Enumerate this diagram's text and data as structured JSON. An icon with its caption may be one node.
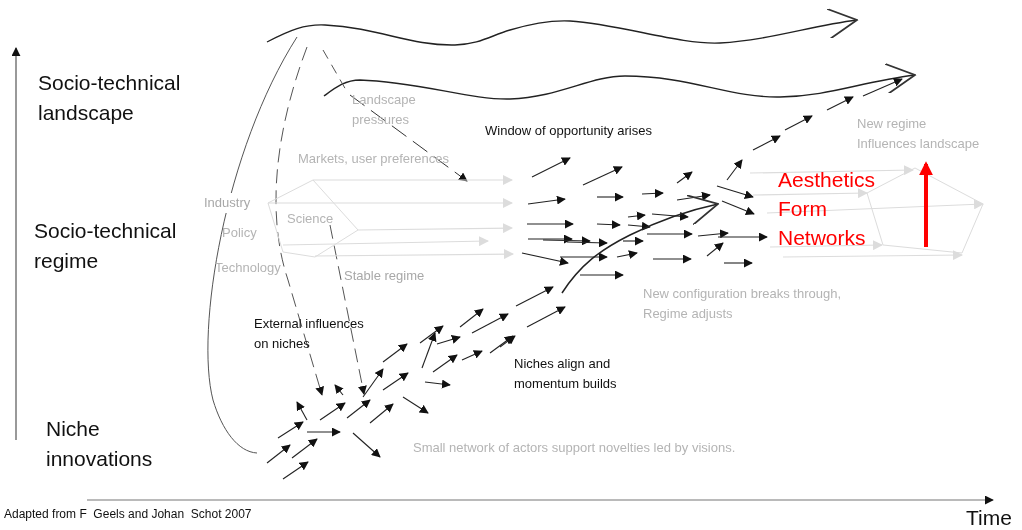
{
  "diagram": {
    "caption": "Adapted from F  Geels and Johan  Schot 2007",
    "labels": [
      "Socio-technical landscape",
      "Landscape pressures",
      "Window of opportunity arises",
      "New regime Influences landscape",
      "Markets, user preferences",
      "Aesthetics Form Networks",
      "Industry",
      "Science",
      "Socio-technical regime",
      "Policy",
      "Technology",
      "Stable regime",
      "New configuration breaks through, Regime adjusts",
      "External influences on niches",
      "Niches align and momentum builds",
      "Niche innovations",
      "Small network of actors support novelties led by visions.",
      "Time"
    ]
  }
}
